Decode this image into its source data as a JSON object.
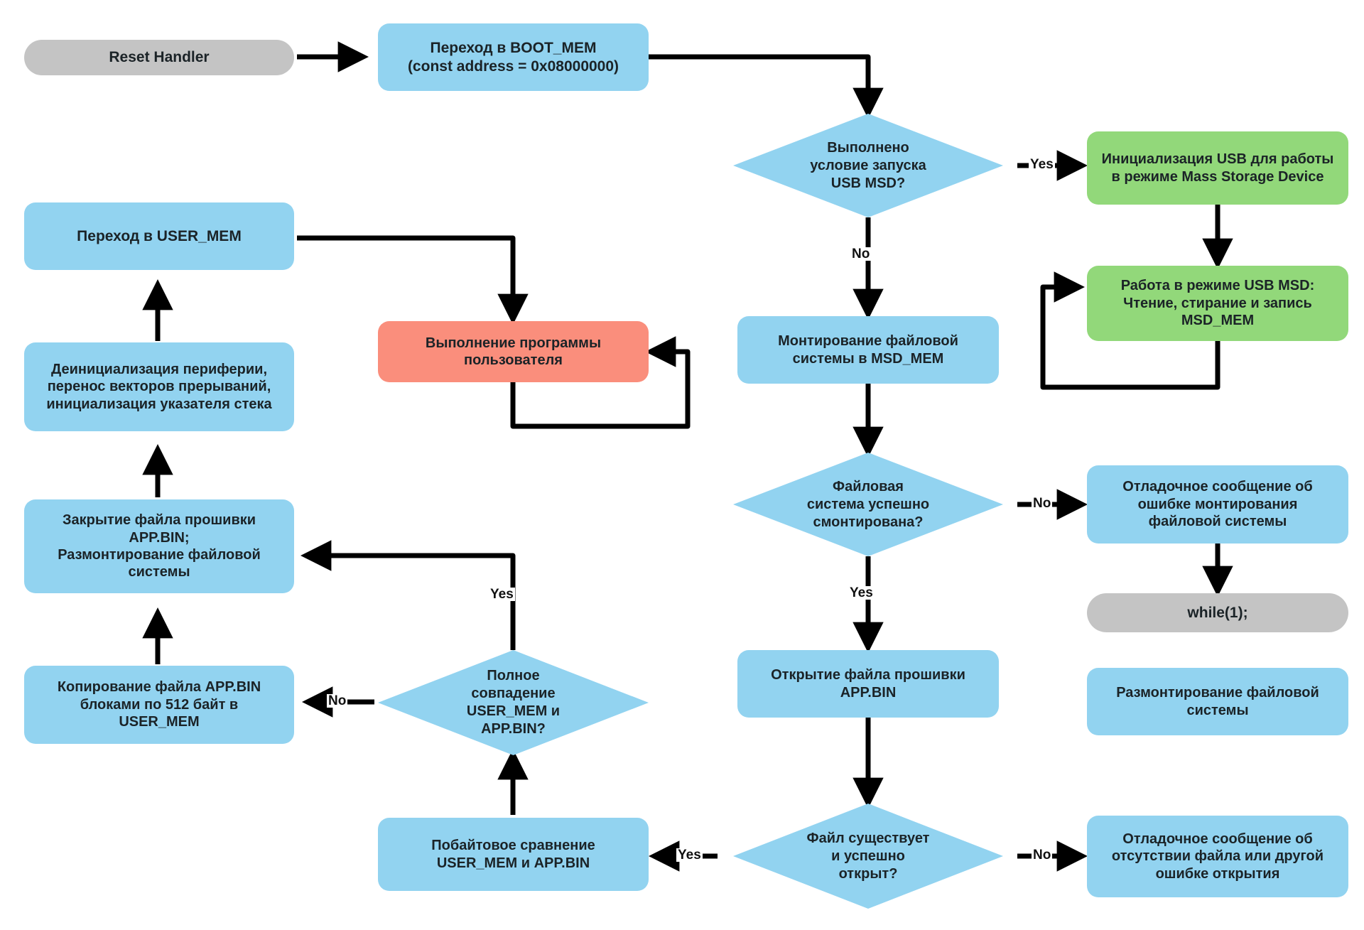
{
  "diagram": {
    "title": "STM32 USB MSD Bootloader flowchart",
    "colors": {
      "process": "#92d3f0",
      "usb_mode": "#92d87a",
      "user_program": "#fa8e7c",
      "terminator": "#c4c4c4",
      "edge": "#000000",
      "text": "#1b2327"
    },
    "nodes": [
      {
        "id": "reset",
        "type": "terminator",
        "label": "Reset Handler"
      },
      {
        "id": "boot_mem",
        "type": "process",
        "label": "Переход в BOOT_MEM\n(const address = 0x08000000)"
      },
      {
        "id": "usb_cond",
        "type": "decision",
        "label": "Выполнено\nусловие запуска\nUSB MSD?"
      },
      {
        "id": "usb_init",
        "type": "usb_mode",
        "label": "Инициализация USB для работы\nв режиме Mass Storage Device"
      },
      {
        "id": "usb_work",
        "type": "usb_mode",
        "label": "Работа в режиме USB MSD:\nЧтение, стирание и запись\nMSD_MEM"
      },
      {
        "id": "mount_fs",
        "type": "process",
        "label": "Монтирование файловой\nсистемы в MSD_MEM"
      },
      {
        "id": "fs_mounted",
        "type": "decision",
        "label": "Файловая\nсистема успешно\nсмонтирована?"
      },
      {
        "id": "dbg_mount",
        "type": "process",
        "label": "Отладочное сообщение об\nошибке монтирования\nфайловой системы"
      },
      {
        "id": "while1",
        "type": "terminator",
        "label": "while(1);"
      },
      {
        "id": "unmount_fs",
        "type": "process",
        "label": "Размонтирование файловой\nсистемы"
      },
      {
        "id": "dbg_open",
        "type": "process",
        "label": "Отладочное сообщение об\nотсутствии файла или другой\nошибке открытия"
      },
      {
        "id": "open_file",
        "type": "process",
        "label": "Открытие файла прошивки\nAPP.BIN"
      },
      {
        "id": "file_open_q",
        "type": "decision",
        "label": "Файл существует\nи успешно\nоткрыт?"
      },
      {
        "id": "compare",
        "type": "process",
        "label": "Побайтовое сравнение\nUSER_MEM и APP.BIN"
      },
      {
        "id": "match_q",
        "type": "decision",
        "label": "Полное\nсовпадение\nUSER_MEM и\nAPP.BIN?"
      },
      {
        "id": "copy",
        "type": "process",
        "label": "Копирование файла APP.BIN\nблоками по 512 байт в\nUSER_MEM"
      },
      {
        "id": "close_file",
        "type": "process",
        "label": "Закрытие файла прошивки\nAPP.BIN;\nРазмонтирование файловой\nсистемы"
      },
      {
        "id": "deinit",
        "type": "process",
        "label": "Деинициализация периферии,\nперенос векторов прерываний,\nинициализация указателя стека"
      },
      {
        "id": "user_mem",
        "type": "process",
        "label": "Переход в USER_MEM"
      },
      {
        "id": "user_prog",
        "type": "user_program",
        "label": "Выполнение программы\nпользователя"
      }
    ],
    "edge_labels": {
      "usb_cond_yes": "Yes",
      "usb_cond_no": "No",
      "fs_mounted_no": "No",
      "fs_mounted_yes": "Yes",
      "file_open_no": "No",
      "file_open_yes": "Yes",
      "match_yes": "Yes",
      "match_no": "No"
    },
    "edges": [
      {
        "from": "reset",
        "to": "boot_mem",
        "label": ""
      },
      {
        "from": "boot_mem",
        "to": "usb_cond",
        "label": ""
      },
      {
        "from": "usb_cond",
        "to": "usb_init",
        "label": "Yes"
      },
      {
        "from": "usb_cond",
        "to": "mount_fs",
        "label": "No"
      },
      {
        "from": "usb_init",
        "to": "usb_work",
        "label": ""
      },
      {
        "from": "usb_work",
        "to": "usb_work",
        "label": ""
      },
      {
        "from": "mount_fs",
        "to": "fs_mounted",
        "label": ""
      },
      {
        "from": "fs_mounted",
        "to": "dbg_mount",
        "label": "No"
      },
      {
        "from": "fs_mounted",
        "to": "open_file",
        "label": "Yes"
      },
      {
        "from": "dbg_mount",
        "to": "while1",
        "label": ""
      },
      {
        "from": "unmount_fs",
        "to": "while1",
        "label": ""
      },
      {
        "from": "dbg_open",
        "to": "unmount_fs",
        "label": ""
      },
      {
        "from": "open_file",
        "to": "file_open_q",
        "label": ""
      },
      {
        "from": "file_open_q",
        "to": "dbg_open",
        "label": "No"
      },
      {
        "from": "file_open_q",
        "to": "compare",
        "label": "Yes"
      },
      {
        "from": "compare",
        "to": "match_q",
        "label": ""
      },
      {
        "from": "match_q",
        "to": "copy",
        "label": "No"
      },
      {
        "from": "match_q",
        "to": "close_file",
        "label": "Yes"
      },
      {
        "from": "copy",
        "to": "close_file",
        "label": ""
      },
      {
        "from": "close_file",
        "to": "deinit",
        "label": ""
      },
      {
        "from": "deinit",
        "to": "user_mem",
        "label": ""
      },
      {
        "from": "user_mem",
        "to": "user_prog",
        "label": ""
      },
      {
        "from": "user_prog",
        "to": "user_prog",
        "label": ""
      }
    ]
  }
}
